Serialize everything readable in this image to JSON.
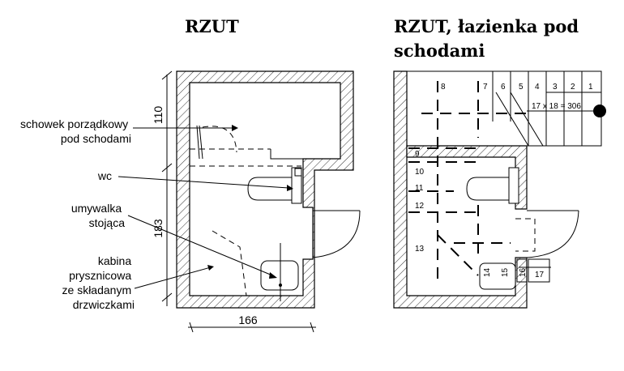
{
  "left_plan": {
    "title": "RZUT",
    "labels": {
      "storage": [
        "schowek porządkowy",
        "pod schodami"
      ],
      "wc": "wc",
      "sink": [
        "umywalka",
        "stojąca"
      ],
      "shower": [
        "kabina",
        "prysznicowa",
        "ze składanym",
        "drzwiczkami"
      ]
    },
    "dimensions": {
      "height_top": "110",
      "height_bottom": "183",
      "width": "166"
    }
  },
  "right_plan": {
    "title": [
      "RZUT, łazienka pod",
      "schodami"
    ],
    "stair_formula": "17 x 18 = 306",
    "steps_top": [
      "1",
      "2",
      "3",
      "4",
      "5",
      "6",
      "7",
      "8"
    ],
    "steps_left": [
      "9",
      "10",
      "11",
      "12",
      "13"
    ],
    "steps_bottom": [
      "14",
      "15",
      "16",
      "17"
    ]
  }
}
